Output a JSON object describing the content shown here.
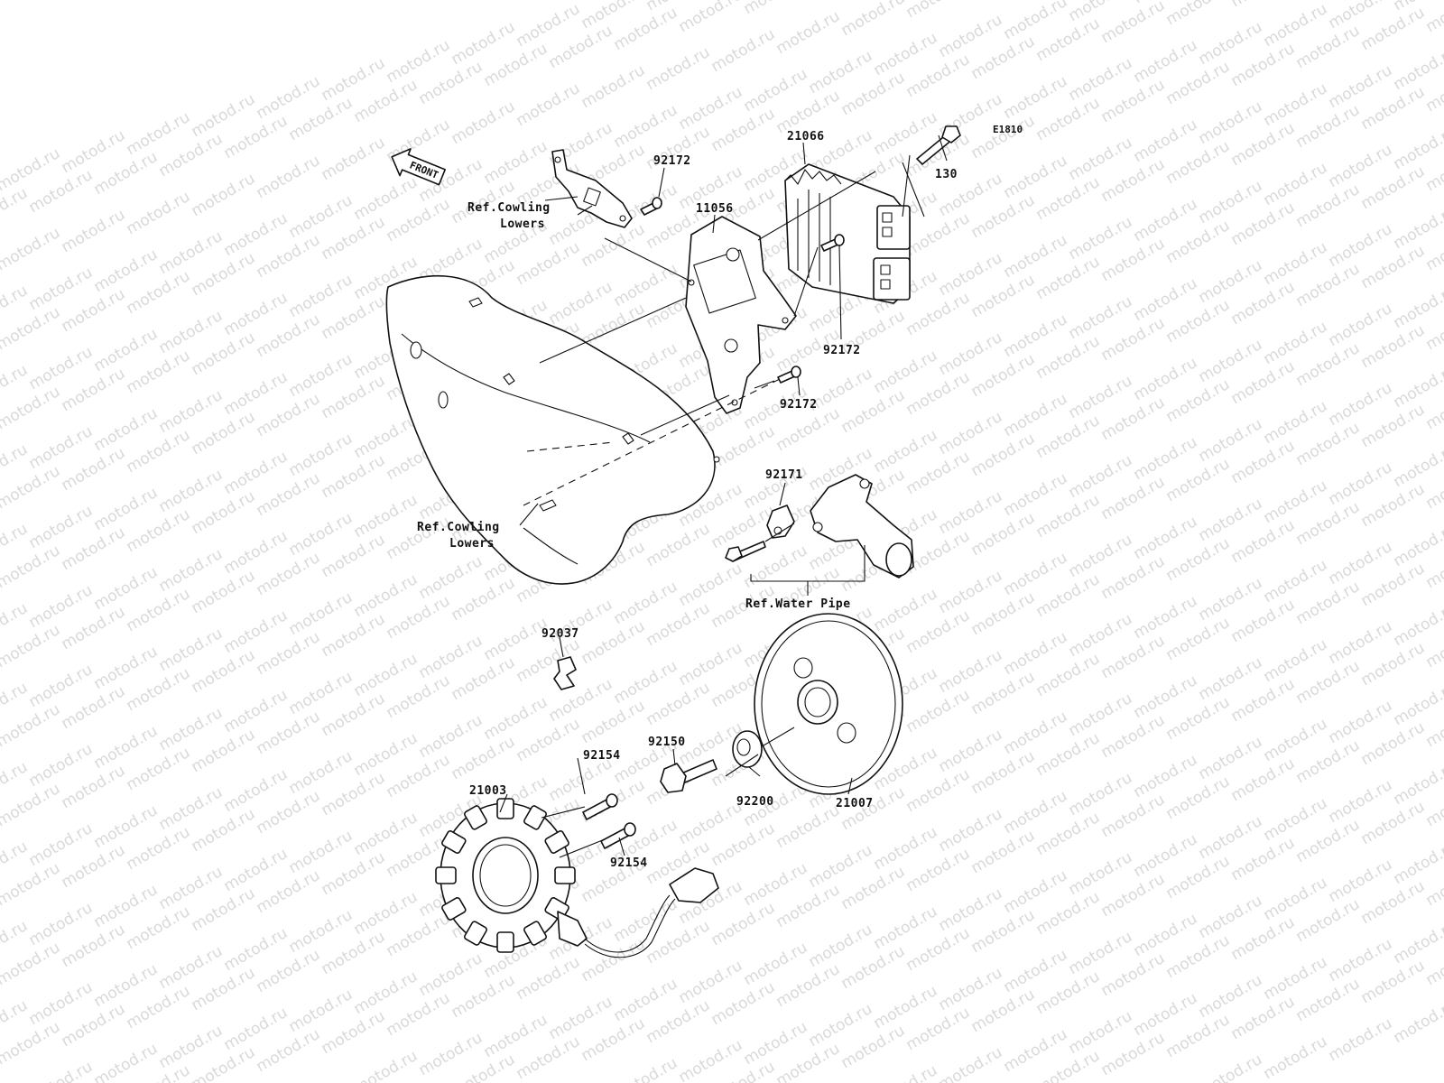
{
  "watermark": {
    "text": "motod.ru"
  },
  "diagram_code": "E1810",
  "front_arrow": {
    "label": "FRONT"
  },
  "callouts": {
    "p21066": "21066",
    "p130": "130",
    "p92172_top": "92172",
    "p11056": "11056",
    "ref_cowling_top": [
      "Ref.Cowling",
      "Lowers"
    ],
    "p92172_mid": "92172",
    "p92172_low": "92172",
    "p92171": "92171",
    "ref_cowling_bottom": [
      "Ref.Cowling",
      "Lowers"
    ],
    "ref_water_pipe": "Ref.Water Pipe",
    "p92037": "92037",
    "p92150": "92150",
    "p92154_top": "92154",
    "p21003": "21003",
    "p92200": "92200",
    "p21007": "21007",
    "p92154_bottom": "92154"
  }
}
